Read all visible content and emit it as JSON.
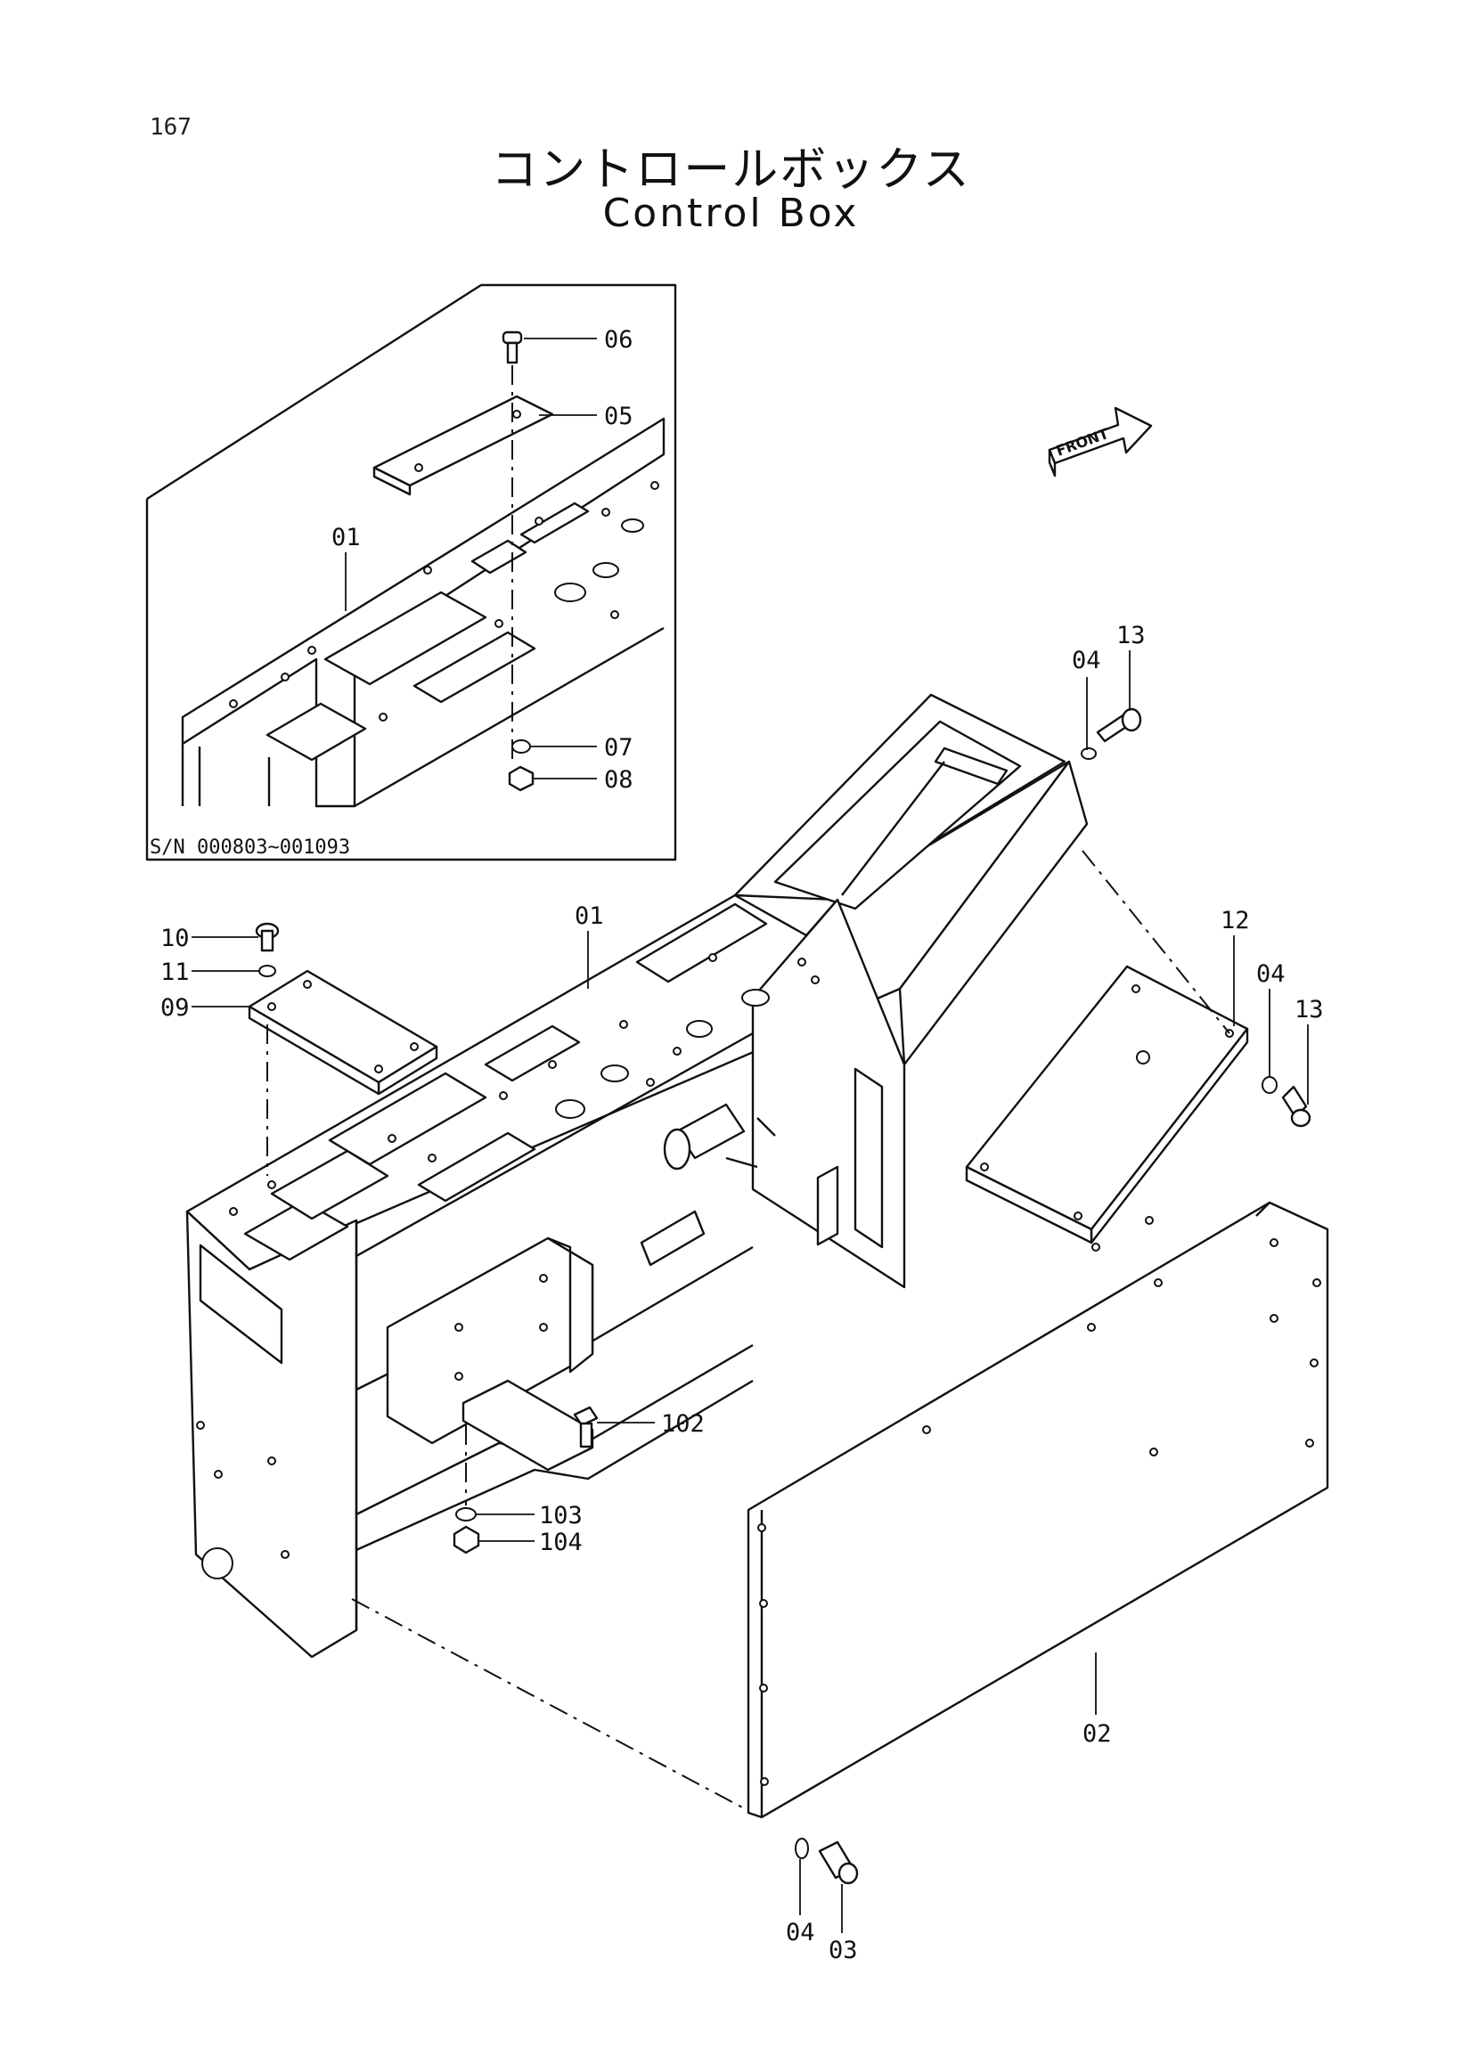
{
  "page_number": "167",
  "title_jp": "コントロールボックス",
  "title_en": "Control Box",
  "front_label": "FRONT",
  "inset": {
    "serial_note": "S/N  000803~001093",
    "labels": {
      "p06": "06",
      "p05": "05",
      "p01": "01",
      "p07": "07",
      "p08": "08"
    }
  },
  "labels": {
    "p01": "01",
    "p02": "02",
    "p03": "03",
    "p04_top": "04",
    "p04_right": "04",
    "p04_bottom": "04",
    "p09": "09",
    "p10": "10",
    "p11": "11",
    "p12": "12",
    "p13_top": "13",
    "p13_right": "13",
    "p102": "102",
    "p103": "103",
    "p104": "104"
  }
}
